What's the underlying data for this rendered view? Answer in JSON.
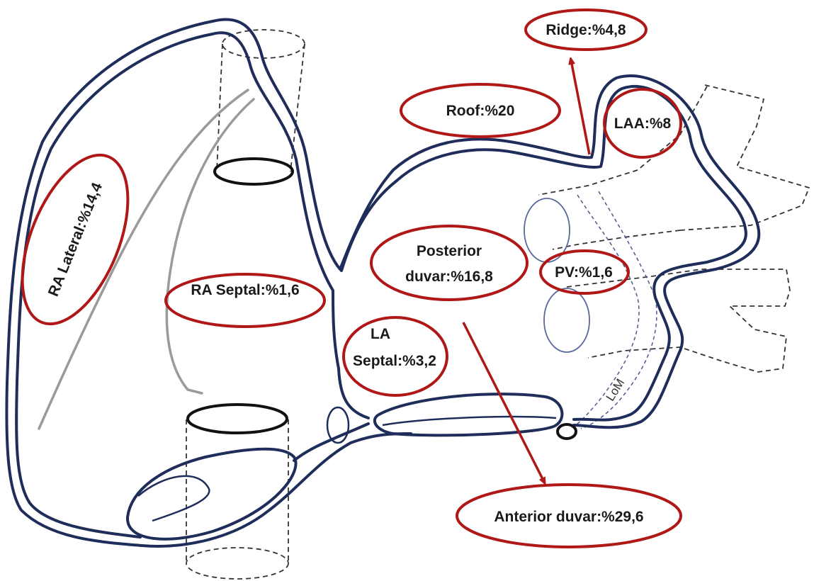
{
  "labels": {
    "ridge": "Ridge:%4,8",
    "roof": "Roof:%20",
    "laa": "LAA:%8",
    "ra_lateral": "RA Lateral:%14,4",
    "ra_septal": "RA Septal:%1,6",
    "posterior_line1": "Posterior",
    "posterior_line2": "duvar:%16,8",
    "pv": "PV:%1,6",
    "la_septal_line1": "LA",
    "la_septal_line2": "Septal:%3,2",
    "anterior": "Anterior duvar:%29,6",
    "lom": "LoM"
  },
  "colors": {
    "annotation_red": "#b01818",
    "heart_outline_navy": "#1f2d5a",
    "inner_line_grey": "#9a9a9a",
    "vessel_dashed": "#333333"
  }
}
